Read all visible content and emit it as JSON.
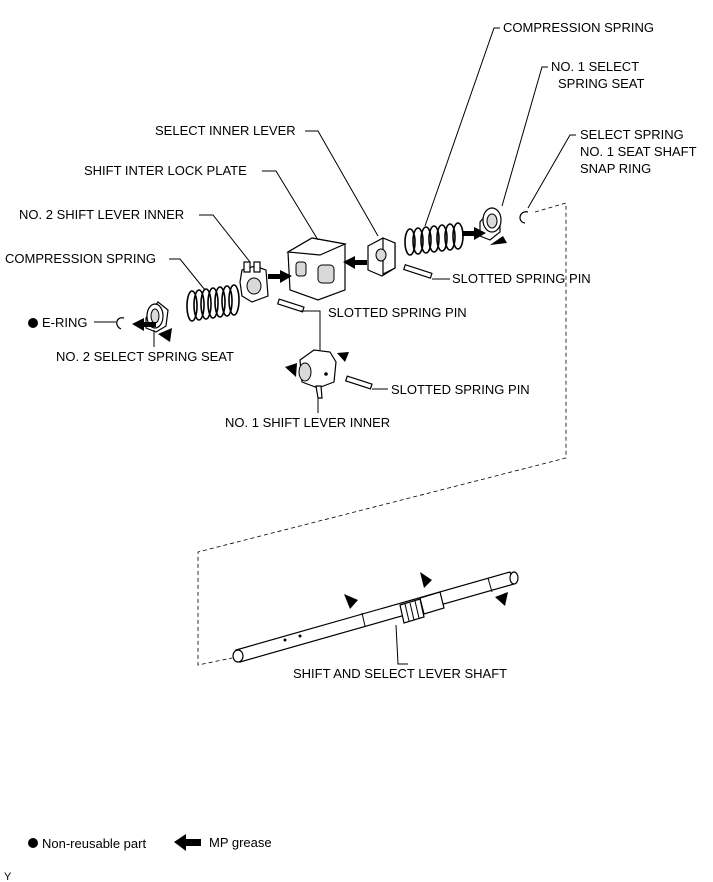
{
  "labels": {
    "compression_spring_top": "COMPRESSION SPRING",
    "no1_select_spring_seat_l1": "NO. 1 SELECT",
    "no1_select_spring_seat_l2": "SPRING SEAT",
    "select_inner_lever": "SELECT INNER LEVER",
    "select_spring_snap_l1": "SELECT SPRING",
    "select_spring_snap_l2": "NO. 1 SEAT SHAFT",
    "select_spring_snap_l3": "SNAP RING",
    "shift_inter_lock_plate": "SHIFT INTER LOCK PLATE",
    "no2_shift_lever_inner": "NO. 2 SHIFT LEVER INNER",
    "compression_spring_left": "COMPRESSION SPRING",
    "slotted_spring_pin_1": "SLOTTED SPRING PIN",
    "slotted_spring_pin_2": "SLOTTED SPRING PIN",
    "slotted_spring_pin_3": "SLOTTED SPRING PIN",
    "e_ring": "E-RING",
    "no2_select_spring_seat": "NO. 2 SELECT SPRING SEAT",
    "no1_shift_lever_inner": "NO. 1 SHIFT LEVER INNER",
    "shift_select_lever_shaft": "SHIFT AND SELECT LEVER SHAFT"
  },
  "legend": {
    "non_reusable": "Non-reusable part",
    "mp_grease": "MP grease"
  },
  "corner_mark": "Y"
}
